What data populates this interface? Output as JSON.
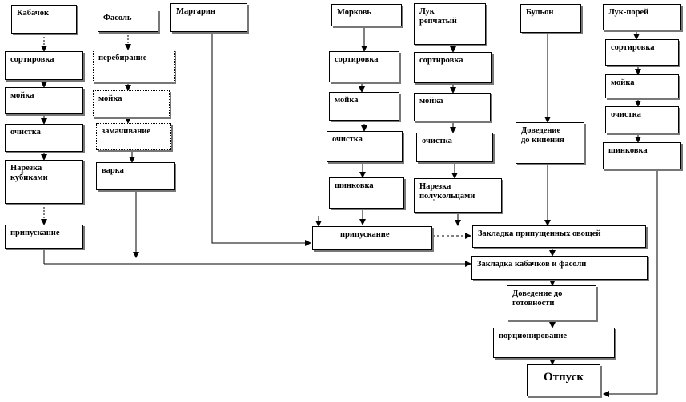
{
  "nodes": {
    "kabachok": "Кабачок",
    "fasol": "Фасоль",
    "margarin": "Маргарин",
    "morkov": "Морковь",
    "luk_repchatyi": "Лук\nрепчатый",
    "bulon": "Бульон",
    "luk_porei": "Лук-порей",
    "sort_kabachok": "сортировка",
    "moika_kabachok": "мойка",
    "ochistka_kabachok": "очистка",
    "narezka_kubikami": "Нарезка\nкубиками",
    "pripuskanie_kabachok": "припускание",
    "perebiranie": "перебирание",
    "moika_fasol": "мойка",
    "zamachivanie": "замачивание",
    "varka": "варка",
    "sort_morkov": "сортировка",
    "moika_morkov": "мойка",
    "ochistka_morkov": "очистка",
    "shinkovka_morkov": "шинковка",
    "sort_luk": "сортировка",
    "moika_luk": "мойка",
    "ochistka_luk": "очистка",
    "narezka_polukoltsami": "Нарезка\nполукольцами",
    "dovedenie_do_kipeniya": "Доведение\nдо кипения",
    "sort_porei": "сортировка",
    "moika_porei": "мойка",
    "ochistka_porei": "очистка",
    "shinkovka_porei": "шинковка",
    "pripuskanie_main": "припускание",
    "zakladka_pripushchennyh": "Закладка припущенных овощей",
    "zakladka_kabachka_fasoli": "Закладка кабачков и фасоли",
    "dovedenie_do_gotovnosti": "Доведение до\nготовности",
    "portsionirovanie": "порционирование",
    "otpusk": "Отпуск"
  }
}
